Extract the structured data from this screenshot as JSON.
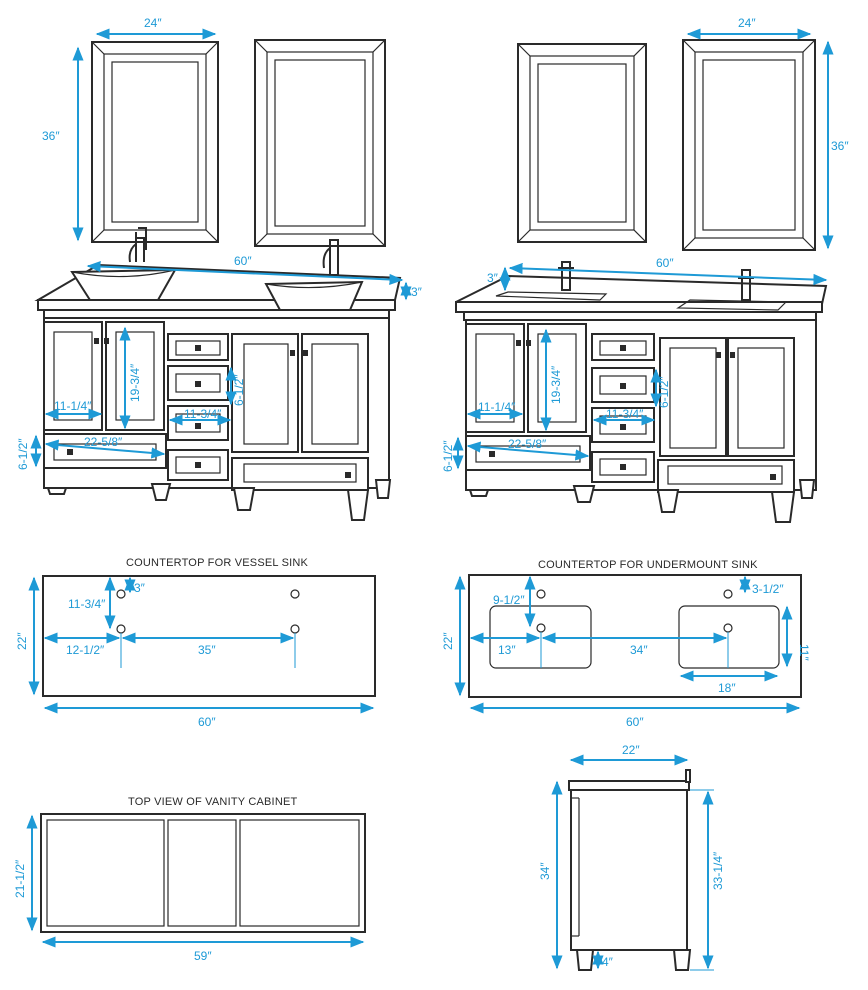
{
  "colors": {
    "line": "#2a2a2a",
    "dimension": "#1e9ad6",
    "background": "#ffffff"
  },
  "front_vessel": {
    "mirror_width": "24″",
    "mirror_height": "36″",
    "counter_width": "60″",
    "counter_thickness": "3″",
    "door_width": "11-1/4″",
    "door_height": "19-3/4″",
    "drawer_height": "6-1/2″",
    "center_drawer_width": "11-3/4″",
    "bottom_drawer_width": "22-5/8″",
    "bottom_drawer_height": "6-1/2″"
  },
  "front_undermount": {
    "mirror_width": "24″",
    "mirror_height": "36″",
    "counter_width": "60″",
    "counter_thickness": "3″",
    "door_width": "11-1/4″",
    "door_height": "19-3/4″",
    "drawer_height": "6-1/2″",
    "center_drawer_width": "11-3/4″",
    "bottom_drawer_width": "22-5/8″",
    "bottom_drawer_height": "6-1/2″"
  },
  "vessel_countertop": {
    "title": "COUNTERTOP FOR VESSEL SINK",
    "back_offset": "3″",
    "hole_depth": "11-3/4″",
    "edge_offset": "12-1/2″",
    "hole_spacing": "35″",
    "depth": "22″",
    "width": "60″"
  },
  "undermount_countertop": {
    "title": "COUNTERTOP FOR UNDERMOUNT SINK",
    "hole_depth": "9-1/2″",
    "back_offset": "3-1/2″",
    "sink_height": "11″",
    "edge_offset": "13″",
    "sink_spacing": "34″",
    "sink_width": "18″",
    "depth": "22″",
    "width": "60″"
  },
  "top_view": {
    "title": "TOP VIEW OF VANITY CABINET",
    "depth": "21-1/2″",
    "width": "59″"
  },
  "side_view": {
    "depth": "22″",
    "overall_height": "34″",
    "cabinet_height": "33-1/4″",
    "leg_height": "4″"
  }
}
